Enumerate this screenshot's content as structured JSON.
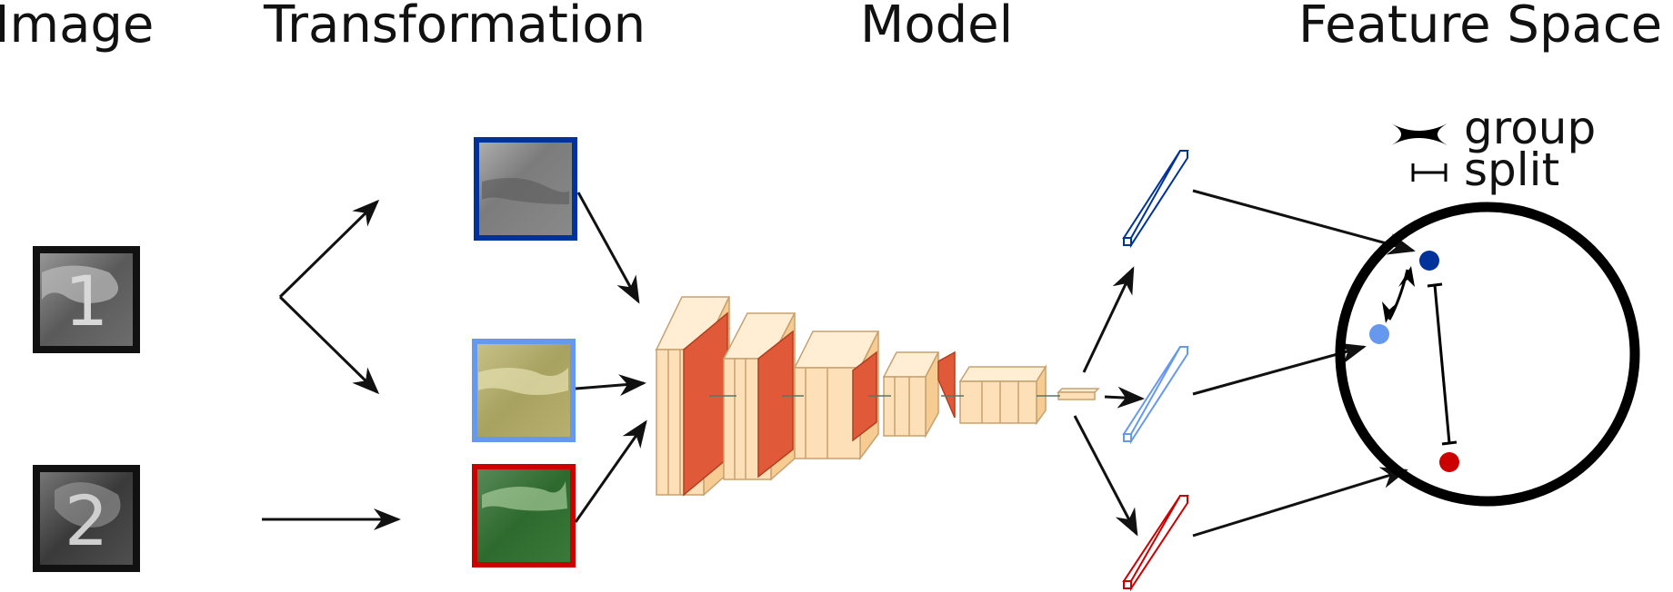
{
  "headers": {
    "image": "Image",
    "transformation": "Transformation",
    "model": "Model",
    "feature_space": "Feature Space"
  },
  "images": [
    {
      "label": "1"
    },
    {
      "label": "2"
    }
  ],
  "legend": {
    "group": "group",
    "split": "split"
  },
  "colors": {
    "dark_blue": "#003399",
    "light_blue": "#6699ee",
    "red": "#cc0000",
    "cube_fill": "#fde0b8",
    "cube_stroke": "#c8a070",
    "kernel_fill": "#e05a3a"
  }
}
